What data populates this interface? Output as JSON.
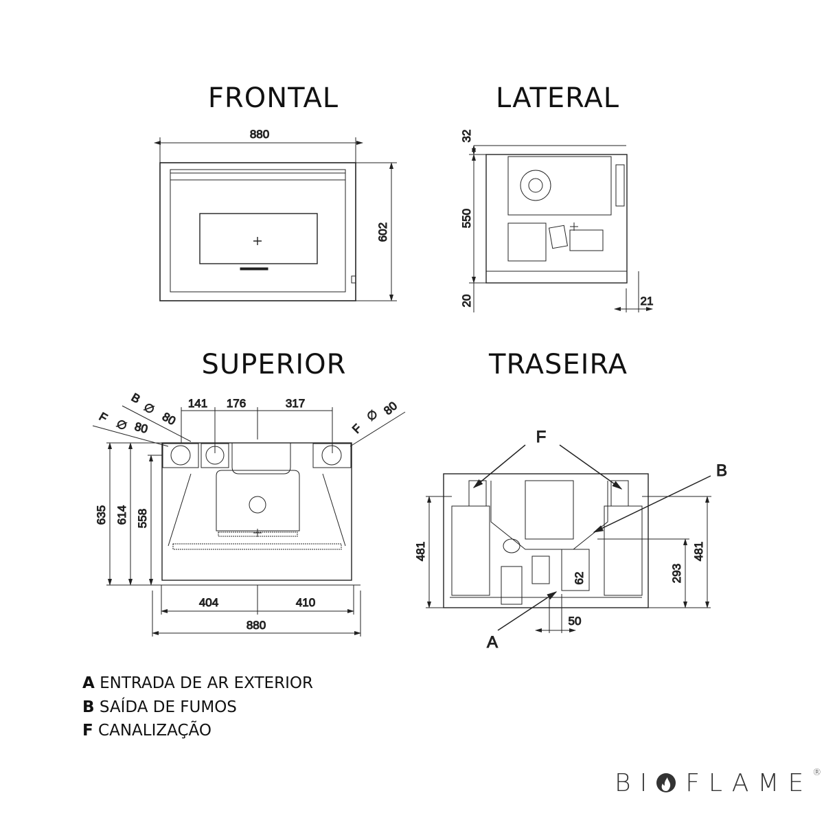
{
  "views": {
    "frontal": {
      "title": "FRONTAL",
      "dims": {
        "width": "880",
        "height": "602"
      }
    },
    "lateral": {
      "title": "LATERAL",
      "dims": {
        "top": "32",
        "body": "550",
        "bottom": "20",
        "depth": "21"
      }
    },
    "superior": {
      "title": "SUPERIOR",
      "dims": {
        "d141": "141",
        "d176": "176",
        "d317": "317",
        "h635": "635",
        "h614": "614",
        "h558": "558",
        "w404": "404",
        "w410": "410",
        "w880": "880"
      },
      "callouts": {
        "b_label": "B",
        "b_diam": "80",
        "f_left_label": "F",
        "f_left_diam": "80",
        "f_right_label": "F",
        "f_right_diam": "80"
      }
    },
    "traseira": {
      "title": "TRASEIRA",
      "labels": {
        "f": "F",
        "b": "B",
        "a": "A"
      },
      "dims": {
        "h481_left": "481",
        "h293": "293",
        "h481_right": "481",
        "d62": "62",
        "d50": "50"
      }
    }
  },
  "legend": [
    {
      "key": "A",
      "text": "ENTRADA DE AR EXTERIOR"
    },
    {
      "key": "B",
      "text": "SAÍDA DE FUMOS"
    },
    {
      "key": "F",
      "text": "CANALIZAÇÃO"
    }
  ],
  "brand": {
    "name_left": "BI",
    "name_right": "FLAME",
    "registered": "®"
  },
  "colors": {
    "line": "#222222",
    "text": "#111111"
  }
}
